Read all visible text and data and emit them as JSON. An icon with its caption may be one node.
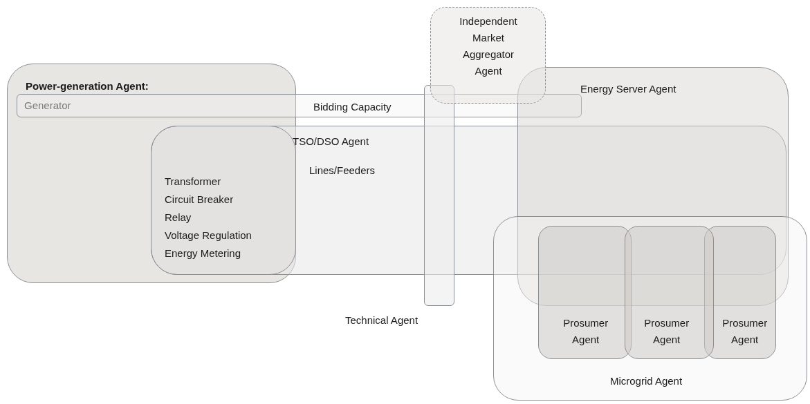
{
  "diagram": {
    "nodes": [
      {
        "text": [
          "Power-generation Agent:"
        ]
      },
      {
        "text": [
          "Independent Market Aggregator Agent"
        ]
      },
      {
        "text": [
          "Energy Server Agent"
        ]
      },
      {
        "text": [
          "Generator",
          "Bidding Capacity"
        ]
      },
      {
        "text": [
          "TSO/DSO Agent",
          "Lines/Feeders"
        ]
      },
      {
        "text": [
          "Technical Agent"
        ]
      },
      {
        "text": [
          "Microgrid Agent"
        ]
      },
      {
        "text": [
          "Prosumer Agent"
        ],
        "in": 6
      },
      {
        "text": [
          "Prosumer Agent"
        ],
        "in": 6
      },
      {
        "text": [
          "Prosumer Agent"
        ],
        "in": 6
      },
      {
        "text": [
          "Transformer",
          "Circuit Breaker",
          "Relay",
          "Voltage Regulation",
          "Energy Metering"
        ]
      }
    ]
  }
}
